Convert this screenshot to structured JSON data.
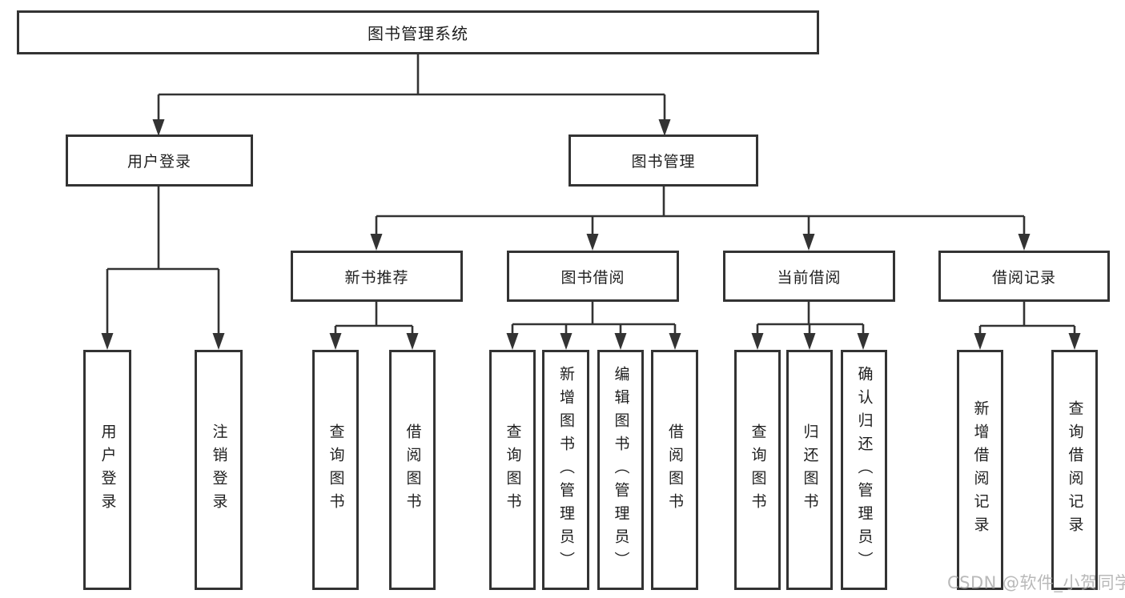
{
  "watermark": "CSDN @软件_小贺同学",
  "colors": {
    "line": "#333333",
    "text": "#1f1f1f",
    "box_bg": "#ffffff",
    "watermark": "#a8a8a8",
    "background": "#ffffff"
  },
  "tree": {
    "root": {
      "label": "图书管理系统"
    },
    "branches": [
      {
        "label": "用户登录",
        "children": [
          {
            "label": "用户登录"
          },
          {
            "label": "注销登录"
          }
        ]
      },
      {
        "label": "图书管理",
        "children": [
          {
            "label": "新书推荐",
            "children": [
              {
                "label": "查询图书"
              },
              {
                "label": "借阅图书"
              }
            ]
          },
          {
            "label": "图书借阅",
            "children": [
              {
                "label": "查询图书"
              },
              {
                "label": "新增图书（管理员）"
              },
              {
                "label": "编辑图书（管理员）"
              },
              {
                "label": "借阅图书"
              }
            ]
          },
          {
            "label": "当前借阅",
            "children": [
              {
                "label": "查询图书"
              },
              {
                "label": "归还图书"
              },
              {
                "label": "确认归还（管理员）"
              }
            ]
          },
          {
            "label": "借阅记录",
            "children": [
              {
                "label": "新增借阅记录"
              },
              {
                "label": "查询借阅记录"
              }
            ]
          }
        ]
      }
    ]
  }
}
